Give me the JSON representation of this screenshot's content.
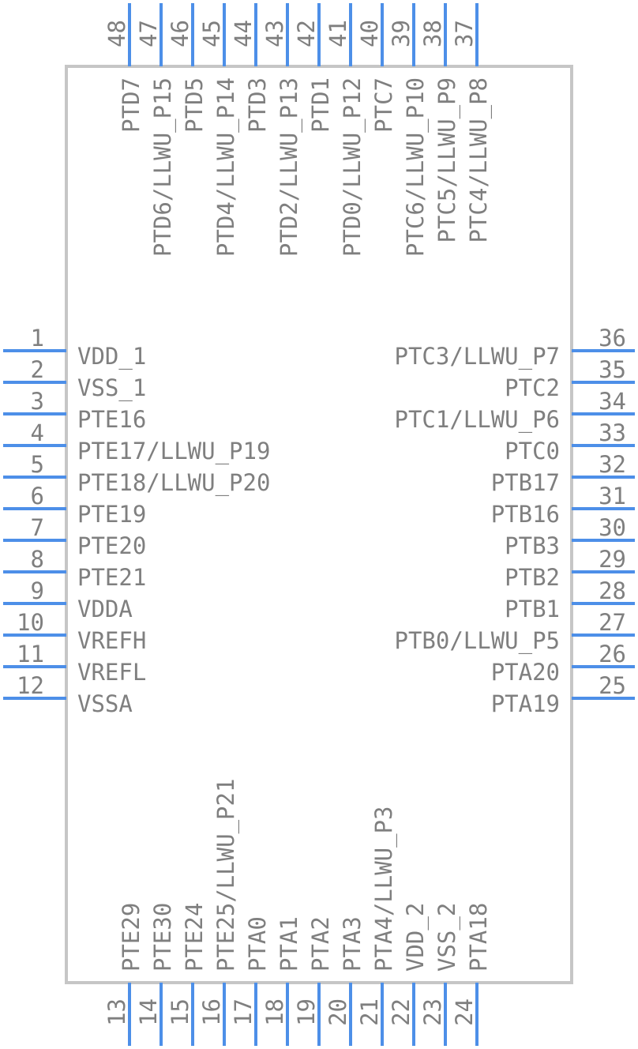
{
  "component": {
    "pins": [
      {
        "num": "1",
        "name": "VDD_1",
        "side": "left"
      },
      {
        "num": "2",
        "name": "VSS_1",
        "side": "left"
      },
      {
        "num": "3",
        "name": "PTE16",
        "side": "left"
      },
      {
        "num": "4",
        "name": "PTE17/LLWU_P19",
        "side": "left"
      },
      {
        "num": "5",
        "name": "PTE18/LLWU_P20",
        "side": "left"
      },
      {
        "num": "6",
        "name": "PTE19",
        "side": "left"
      },
      {
        "num": "7",
        "name": "PTE20",
        "side": "left"
      },
      {
        "num": "8",
        "name": "PTE21",
        "side": "left"
      },
      {
        "num": "9",
        "name": "VDDA",
        "side": "left"
      },
      {
        "num": "10",
        "name": "VREFH",
        "side": "left"
      },
      {
        "num": "11",
        "name": "VREFL",
        "side": "left"
      },
      {
        "num": "12",
        "name": "VSSA",
        "side": "left"
      },
      {
        "num": "13",
        "name": "PTE29",
        "side": "bottom"
      },
      {
        "num": "14",
        "name": "PTE30",
        "side": "bottom"
      },
      {
        "num": "15",
        "name": "PTE24",
        "side": "bottom"
      },
      {
        "num": "16",
        "name": "PTE25/LLWU_P21",
        "side": "bottom"
      },
      {
        "num": "17",
        "name": "PTA0",
        "side": "bottom"
      },
      {
        "num": "18",
        "name": "PTA1",
        "side": "bottom"
      },
      {
        "num": "19",
        "name": "PTA2",
        "side": "bottom"
      },
      {
        "num": "20",
        "name": "PTA3",
        "side": "bottom"
      },
      {
        "num": "21",
        "name": "PTA4/LLWU_P3",
        "side": "bottom"
      },
      {
        "num": "22",
        "name": "VDD_2",
        "side": "bottom"
      },
      {
        "num": "23",
        "name": "VSS_2",
        "side": "bottom"
      },
      {
        "num": "24",
        "name": "PTA18",
        "side": "bottom"
      },
      {
        "num": "25",
        "name": "PTA19",
        "side": "right"
      },
      {
        "num": "26",
        "name": "PTA20",
        "side": "right"
      },
      {
        "num": "27",
        "name": "PTB0/LLWU_P5",
        "side": "right"
      },
      {
        "num": "28",
        "name": "PTB1",
        "side": "right"
      },
      {
        "num": "29",
        "name": "PTB2",
        "side": "right"
      },
      {
        "num": "30",
        "name": "PTB3",
        "side": "right"
      },
      {
        "num": "31",
        "name": "PTB16",
        "side": "right"
      },
      {
        "num": "32",
        "name": "PTB17",
        "side": "right"
      },
      {
        "num": "33",
        "name": "PTC0",
        "side": "right"
      },
      {
        "num": "34",
        "name": "PTC1/LLWU_P6",
        "side": "right"
      },
      {
        "num": "35",
        "name": "PTC2",
        "side": "right"
      },
      {
        "num": "36",
        "name": "PTC3/LLWU_P7",
        "side": "right"
      },
      {
        "num": "37",
        "name": "PTC4/LLWU_P8",
        "side": "top"
      },
      {
        "num": "38",
        "name": "PTC5/LLWU_P9",
        "side": "top"
      },
      {
        "num": "39",
        "name": "PTC6/LLWU_P10",
        "side": "top"
      },
      {
        "num": "40",
        "name": "PTC7",
        "side": "top"
      },
      {
        "num": "41",
        "name": "PTD0/LLWU_P12",
        "side": "top"
      },
      {
        "num": "42",
        "name": "PTD1",
        "side": "top"
      },
      {
        "num": "43",
        "name": "PTD2/LLWU_P13",
        "side": "top"
      },
      {
        "num": "44",
        "name": "PTD3",
        "side": "top"
      },
      {
        "num": "45",
        "name": "PTD4/LLWU_P14",
        "side": "top"
      },
      {
        "num": "46",
        "name": "PTD5",
        "side": "top"
      },
      {
        "num": "47",
        "name": "PTD6/LLWU_P15",
        "side": "top"
      },
      {
        "num": "48",
        "name": "PTD7",
        "side": "top"
      }
    ]
  }
}
